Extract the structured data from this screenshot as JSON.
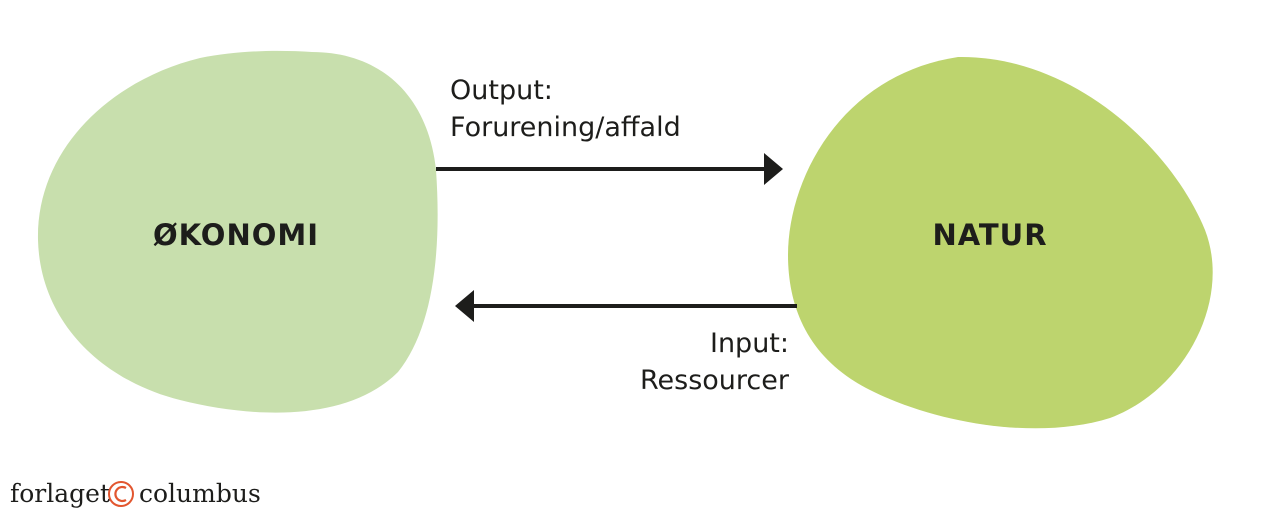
{
  "nodes": {
    "economy": {
      "label": "ØKONOMI",
      "color": "#c8dfad"
    },
    "nature": {
      "label": "NATUR",
      "color": "#bdd46e"
    }
  },
  "flows": {
    "output": {
      "line1": "Output:",
      "line2": "Forurening/affald"
    },
    "input": {
      "line1": "Input:",
      "line2": "Ressourcer"
    }
  },
  "arrow_color": "#1d1d1b",
  "logo": {
    "left_text": "forlaget",
    "right_text": "columbus",
    "mark_color": "#e2562f",
    "mark_icon": "copyright-c-circle-icon"
  }
}
